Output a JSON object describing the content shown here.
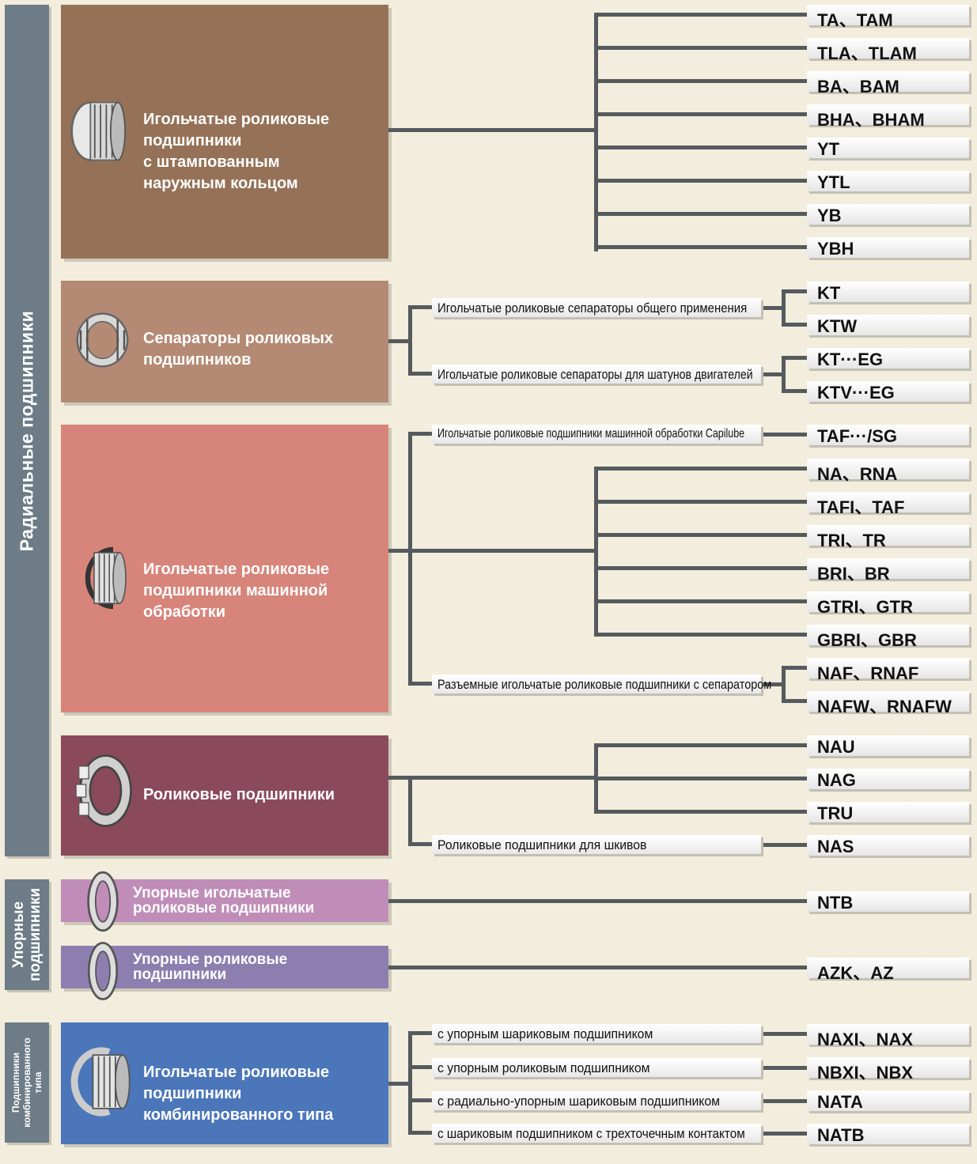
{
  "groups": {
    "radial": "Радиальные подшипники",
    "thrust": "Упорные\nподшипники",
    "combined": "Подшипники\nкомбинированного типа"
  },
  "categories": {
    "drawn_cup": "Игольчатые роликовые\nподшипники\nс штампованным\nнаружным кольцом",
    "cages": "Сепараторы роликовых\nподшипников",
    "machined": "Игольчатые роликовые\nподшипники машинной\nобработки",
    "roller": "Роликовые подшипники",
    "thrust_needle": "Упорные игольчатые\nроликовые подшипники",
    "thrust_roller": "Упорные роликовые\nподшипники",
    "combined": "Игольчатые роликовые\nподшипники\nкомбинированного типа"
  },
  "subcategories": {
    "cage_general": "Игольчатые роликовые сепараторы общего применения",
    "cage_conrod": "Игольчатые роликовые сепараторы для шатунов двигателей",
    "capilube": "Игольчатые роликовые подшипники машинной обработки Capilube",
    "separable": "Разъемные игольчатые роликовые подшипники с сепаратором",
    "sheave": "Роликовые подшипники для шкивов",
    "with_thrust_ball": "с упорным шариковым подшипником",
    "with_thrust_roller": "с упорным роликовым подшипником",
    "with_angular": "с радиально-упорным шариковым подшипником",
    "with_four_point": "с шариковым подшипником с трехточечным контактом"
  },
  "codes": {
    "drawn_cup": [
      "TA、TAM",
      "TLA、TLAM",
      "BA、BAM",
      "BHA、BHAM",
      "YT",
      "YTL",
      "YB",
      "YBH"
    ],
    "cage_general": [
      "KT",
      "KTW"
    ],
    "cage_conrod": [
      "KT···EG",
      "KTV···EG"
    ],
    "capilube": [
      "TAF···/SG"
    ],
    "machined": [
      "NA、RNA",
      "TAFI、TAF",
      "TRI、TR",
      "BRI、BR",
      "GTRI、GTR",
      "GBRI、GBR"
    ],
    "separable": [
      "NAF、RNAF",
      "NAFW、RNAFW"
    ],
    "roller": [
      "NAU",
      "NAG",
      "TRU"
    ],
    "sheave": [
      "NAS"
    ],
    "thrust_needle": [
      "NTB"
    ],
    "thrust_roller": [
      "AZK、AZ"
    ],
    "combined": [
      "NAXI、NAX",
      "NBXI、NBX",
      "NATA",
      "NATB"
    ]
  },
  "colors": {
    "drawn_cup": "#957257",
    "cages": "#b48a75",
    "machined": "#d7847a",
    "roller": "#8b4a5c",
    "thrust_needle": "#c08db9",
    "thrust_roller": "#8d7eb0",
    "combined": "#4b76ba",
    "sidebar": "#6d7c86",
    "background": "#f2eddc"
  }
}
